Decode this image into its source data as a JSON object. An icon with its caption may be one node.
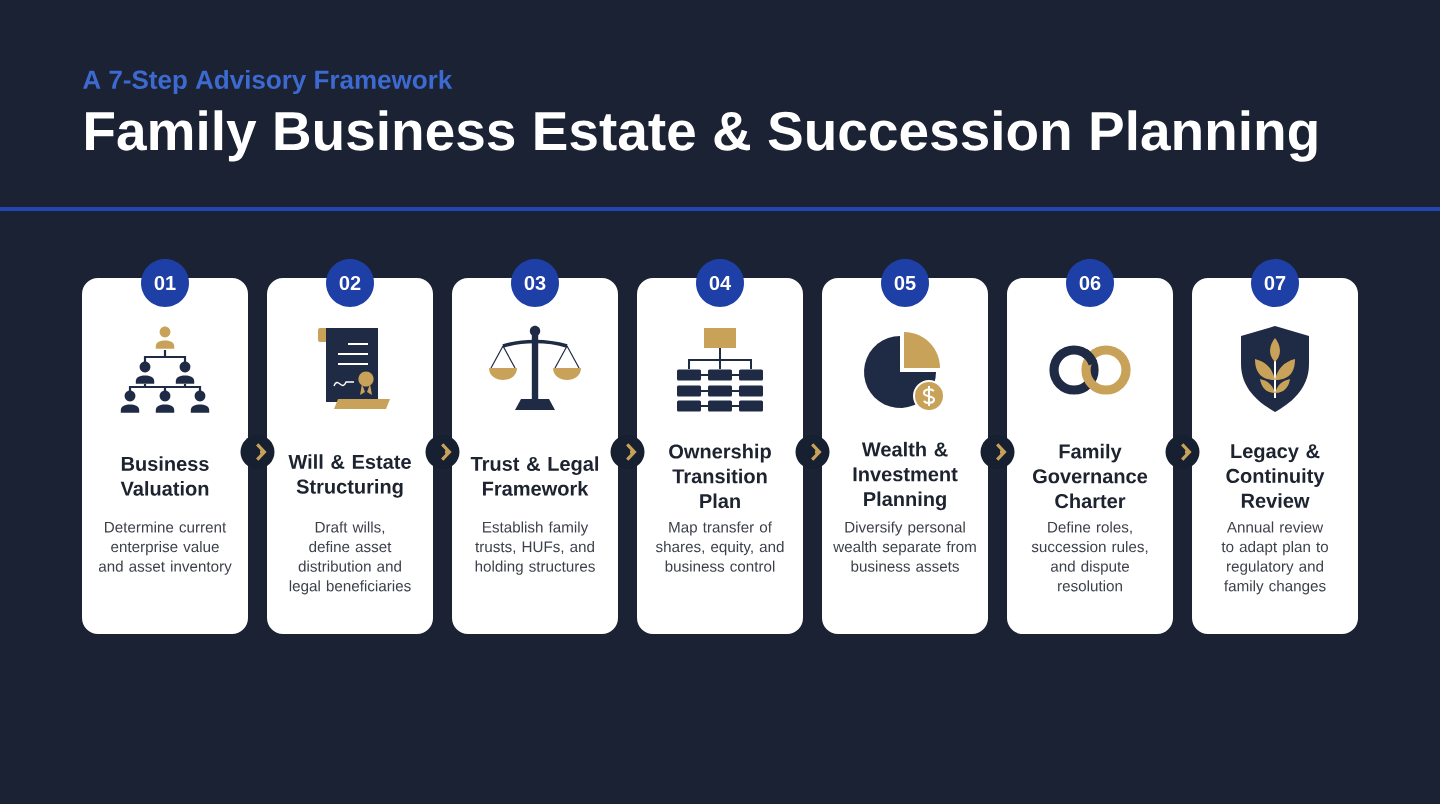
{
  "diagram": {
    "title": "Family Business Estate & Succession Planning",
    "labels": [
      "A 7-Step Advisory Framework"
    ],
    "nodes": [
      {
        "text": [
          "01"
        ]
      },
      {
        "text": [
          "Business Valuation",
          "Determine current enterprise value and asset inventory"
        ]
      },
      {
        "text": [
          "02"
        ]
      },
      {
        "text": [
          "Will & Estate Structuring",
          "Draft wills, define asset distribution and legal beneficiaries"
        ]
      },
      {
        "text": [
          "03"
        ]
      },
      {
        "text": [
          "Trust & Legal Framework",
          "Establish family trusts, HUFs, and holding structures"
        ]
      },
      {
        "text": [
          "04"
        ]
      },
      {
        "text": [
          "Ownership Transition Plan",
          "Map transfer of shares, equity, and business control"
        ]
      },
      {
        "text": [
          "05"
        ]
      },
      {
        "text": [
          "Wealth & Investment Planning",
          "Diversify personal wealth separate from business assets"
        ]
      },
      {
        "text": [
          "06"
        ]
      },
      {
        "text": [
          "Family Governance Charter",
          "Define roles, succession rules, and dispute resolution"
        ]
      },
      {
        "text": [
          "07"
        ]
      },
      {
        "text": [
          "Legacy & Continuity Review",
          "Annual review to adapt plan to regulatory and family changes"
        ]
      }
    ],
    "edges": [
      {
        "from": 1,
        "to": 3,
        "arrow": "to"
      },
      {
        "from": 3,
        "to": 5,
        "arrow": "to"
      },
      {
        "from": 5,
        "to": 7,
        "arrow": "to"
      },
      {
        "from": 7,
        "to": 9,
        "arrow": "to"
      },
      {
        "from": 9,
        "to": 11,
        "arrow": "to"
      },
      {
        "from": 11,
        "to": 13,
        "arrow": "to"
      }
    ]
  }
}
